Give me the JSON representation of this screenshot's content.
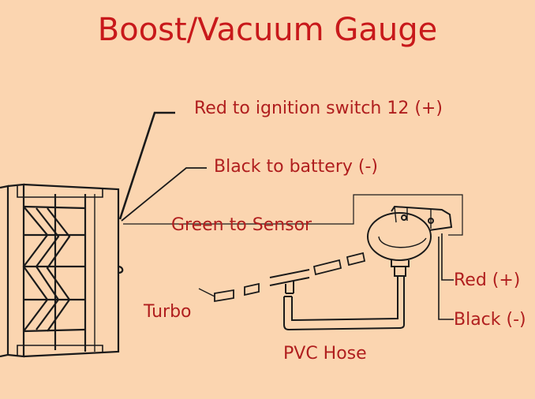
{
  "title": "Boost/Vacuum Gauge",
  "labels": {
    "red_ignition": "Red to ignition switch 12 (+)",
    "black_battery": "Black to battery (-)",
    "green_sensor": "Green to Sensor",
    "turbo": "Turbo",
    "pvc_hose": "PVC Hose",
    "red_positive": "Red (+)",
    "black_negative": "Black (-)"
  },
  "colors": {
    "background": "#fbd5b0",
    "text": "#b01e1e",
    "title": "#c8191b",
    "line": "#1a1a1a"
  }
}
